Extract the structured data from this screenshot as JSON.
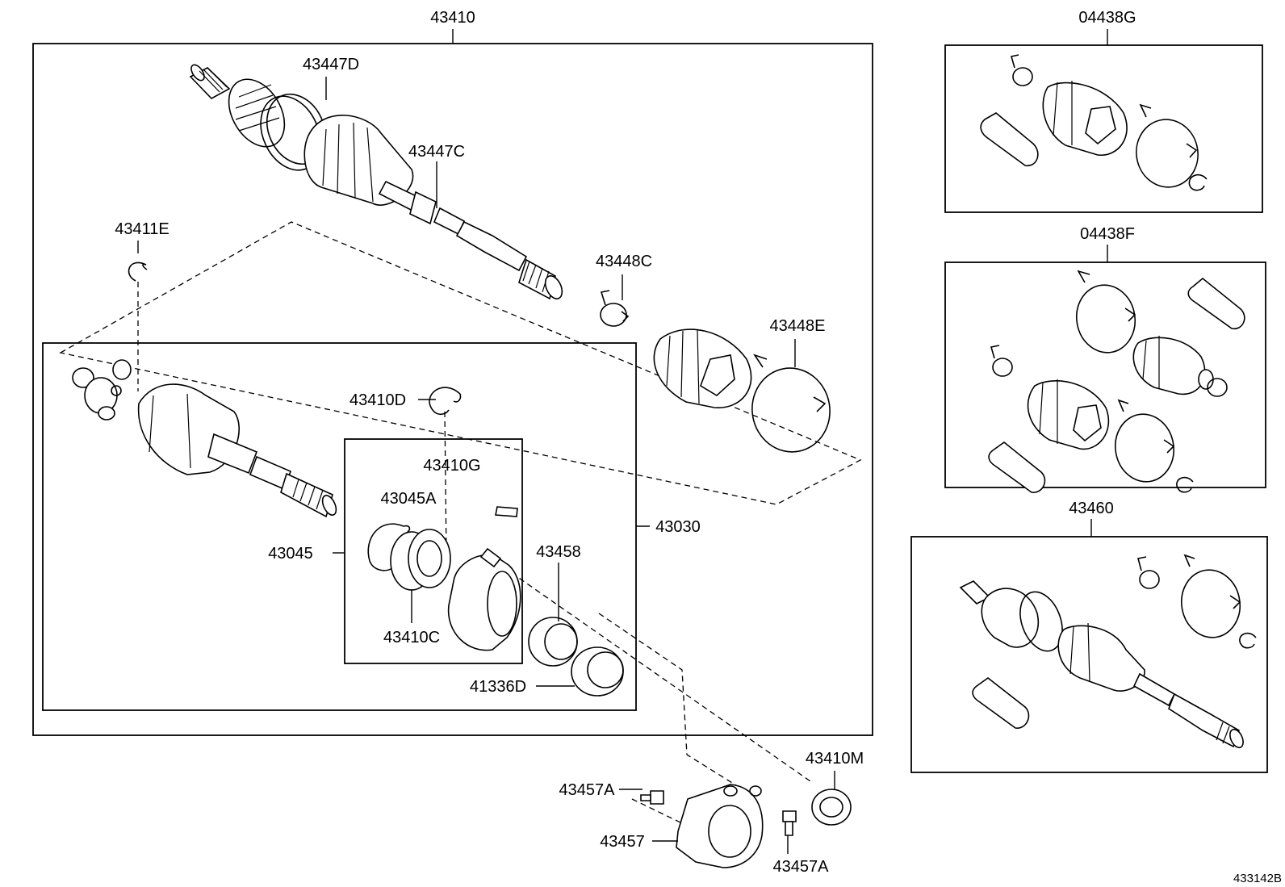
{
  "labels": {
    "l43410": "43410",
    "l04438G": "04438G",
    "l43447D": "43447D",
    "l43447C": "43447C",
    "l43411E": "43411E",
    "l43448C": "43448C",
    "l43448E": "43448E",
    "l04438F": "04438F",
    "l43410D": "43410D",
    "l43410G": "43410G",
    "l43045A": "43045A",
    "l43045": "43045",
    "l43030": "43030",
    "l43458": "43458",
    "l43410C": "43410C",
    "l41336D": "41336D",
    "l43460": "43460",
    "l43410M": "43410M",
    "l43457A_top": "43457A",
    "l43457": "43457",
    "l43457A_bottom": "43457A"
  },
  "diagram_id": "433142B"
}
